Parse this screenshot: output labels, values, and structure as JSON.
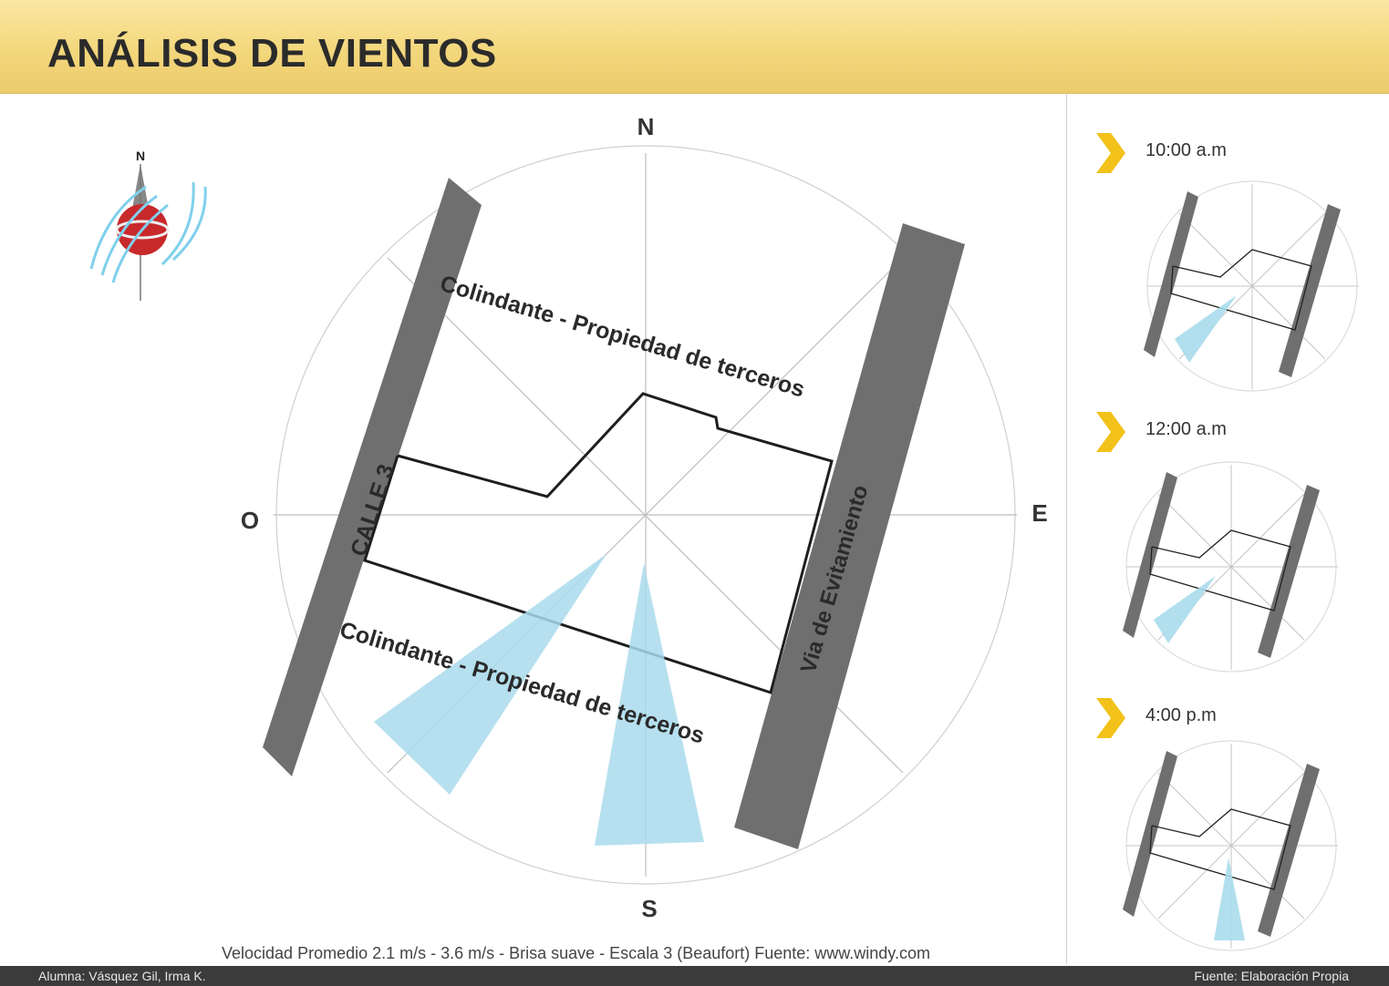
{
  "header": {
    "title": "ANÁLISIS DE VIENTOS"
  },
  "compass": {
    "n": "N",
    "s": "S",
    "e": "E",
    "o": "O"
  },
  "icon": {
    "north_label": "N"
  },
  "streets": {
    "left": "CALLE 3",
    "right": "Via de Evitamiento"
  },
  "neighbors": {
    "top": "Colindante - Propiedad de terceros",
    "bottom": "Colindante - Propiedad de terceros"
  },
  "panels": [
    {
      "time": "10:00 a.m"
    },
    {
      "time": "12:00 a.m"
    },
    {
      "time": "4:00 p.m"
    }
  ],
  "note": "Velocidad Promedio 2.1 m/s - 3.6 m/s - Brisa suave - Escala 3 (Beaufort)   Fuente: www.windy.com",
  "footer": {
    "left": "Alumna: Vásquez Gil, Irma K.",
    "right": "Fuente: Elaboración Propia"
  },
  "colors": {
    "street": "#6f6f70",
    "wind": "#a9dbec",
    "accent": "#f2c21a",
    "header": "#f3d77c"
  }
}
